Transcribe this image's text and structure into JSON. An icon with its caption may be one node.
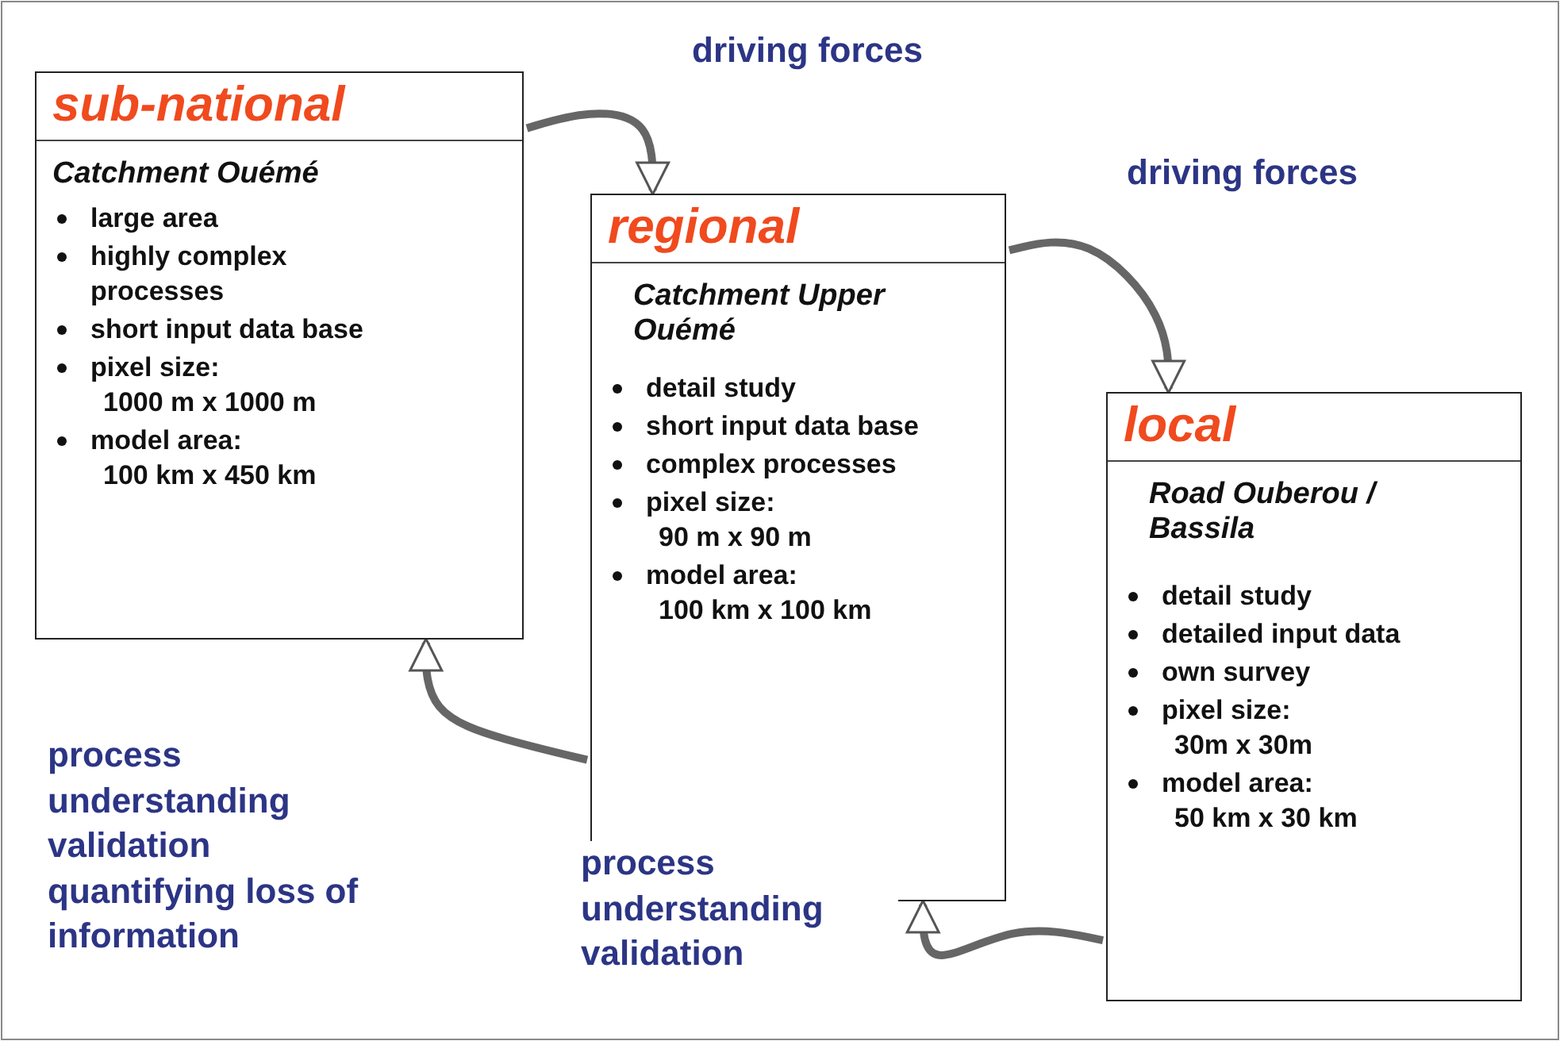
{
  "diagram": {
    "nodes": [
      {
        "text": [
          "sub-national",
          "Catchment Ouémé",
          "large area",
          "highly complex processes",
          "short input data base",
          "pixel size: 1000 m x 1000 m",
          "model area: 100 km x 450 km"
        ]
      },
      {
        "text": [
          "regional",
          "Catchment Upper Ouémé",
          "detail study",
          "short input data base",
          "complex processes",
          "pixel size: 90 m x 90 m",
          "model area: 100 km x 100 km"
        ]
      },
      {
        "text": [
          "local",
          "Road Ouberou / Bassila",
          "detail study",
          "detailed input data",
          "own survey",
          "pixel size: 30m x 30m",
          "model area: 50 km x 30 km"
        ]
      }
    ],
    "edges": [
      {
        "from": 0,
        "to": 1,
        "arrow": "to",
        "label": "driving forces"
      },
      {
        "from": 1,
        "to": 2,
        "arrow": "to",
        "label": "driving forces"
      },
      {
        "from": 2,
        "to": 1,
        "arrow": "to",
        "label": "process understanding validation"
      },
      {
        "from": 1,
        "to": 0,
        "arrow": "to",
        "label": "process understanding validation quantifying loss of information"
      }
    ]
  }
}
